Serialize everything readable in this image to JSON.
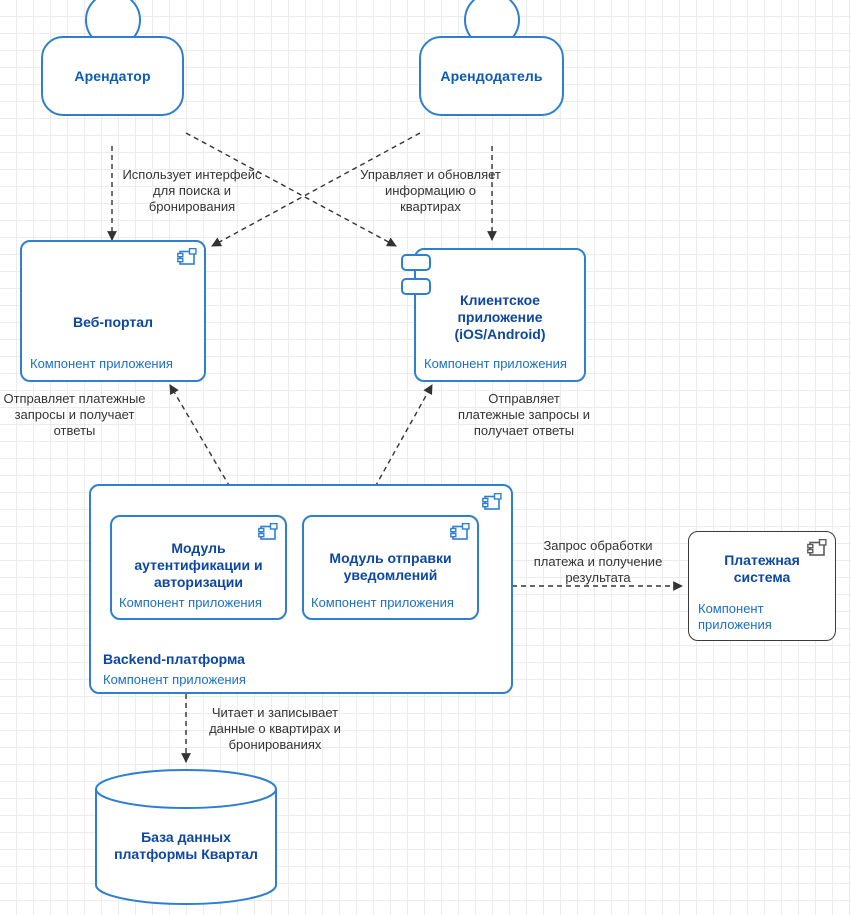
{
  "diagram": {
    "title": "UML component diagram - Kvartal rental platform",
    "colors": {
      "node_border_blue": "#2e7fd1",
      "node_border_gray": "#3a3a3a",
      "title_blue": "#0d47a1",
      "subtitle_blue": "#1b6fc4",
      "edge_color": "#333333",
      "grid": "#ececec",
      "background": "#ffffff"
    },
    "component_stereotype": "Компонент приложения"
  },
  "actors": [
    {
      "id": "tenant",
      "label": "Арендатор"
    },
    {
      "id": "landlord",
      "label": "Арендодатель"
    }
  ],
  "components": [
    {
      "id": "web-portal",
      "title": "Веб-портал",
      "subtitle": "Компонент приложения",
      "icon": "uml-component-icon",
      "style": "blue"
    },
    {
      "id": "client-app",
      "title": "Клиентское приложение (iOS/Android)",
      "subtitle": "Компонент приложения",
      "icon": "uml-component-tabs",
      "style": "blue"
    },
    {
      "id": "auth-module",
      "title": "Модуль аутентификации и авторизации",
      "subtitle": "Компонент приложения",
      "icon": "uml-component-icon",
      "style": "blue"
    },
    {
      "id": "notification-module",
      "title": "Модуль отправки уведомлений",
      "subtitle": "Компонент приложения",
      "icon": "uml-component-icon",
      "style": "blue"
    },
    {
      "id": "backend-platform",
      "title": "Backend-платформа",
      "subtitle": "Компонент приложения",
      "icon": "uml-component-icon",
      "style": "blue"
    },
    {
      "id": "payment-system",
      "title": "Платежная система",
      "subtitle": "Компонент приложения",
      "icon": "uml-component-icon",
      "style": "gray"
    }
  ],
  "database": {
    "id": "kvartal-db",
    "label": "База данных платформы Квартал"
  },
  "edges": [
    {
      "id": "tenant-to-web",
      "from": "tenant",
      "to": "web-portal",
      "label": "Использует интерфейс для поиска и бронирования",
      "style": "dashed-arrow"
    },
    {
      "id": "landlord-to-app",
      "from": "landlord",
      "to": "client-app",
      "label": "Управляет и обновляет информацию о квартирах",
      "style": "dashed-arrow"
    },
    {
      "id": "tenant-to-app",
      "from": "tenant",
      "to": "client-app",
      "label": "",
      "style": "dashed-arrow"
    },
    {
      "id": "landlord-to-web",
      "from": "landlord",
      "to": "web-portal",
      "label": "",
      "style": "dashed-arrow"
    },
    {
      "id": "backend-to-web",
      "from": "backend-platform",
      "to": "web-portal",
      "label": "Отправляет платежные запросы и получает ответы",
      "style": "dashed-arrow"
    },
    {
      "id": "backend-to-app",
      "from": "backend-platform",
      "to": "client-app",
      "label": "Отправляет платежные запросы и получает ответы",
      "style": "dashed-arrow"
    },
    {
      "id": "backend-to-payment",
      "from": "backend-platform",
      "to": "payment-system",
      "label": "Запрос обработки платежа и получение результата",
      "style": "dashed-arrow"
    },
    {
      "id": "backend-to-db",
      "from": "backend-platform",
      "to": "kvartal-db",
      "label": "Читает и записывает данные о квартирах и бронированиях",
      "style": "dashed-arrow"
    }
  ]
}
